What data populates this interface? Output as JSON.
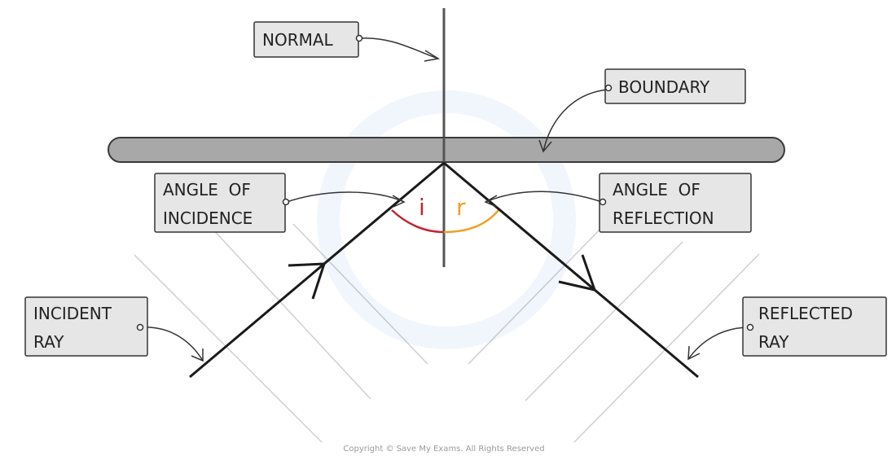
{
  "labels": {
    "normal": "NORMAL",
    "boundary": "BOUNDARY",
    "angle_incidence_line1": "ANGLE  OF",
    "angle_incidence_line2": "INCIDENCE",
    "angle_reflection_line1": "ANGLE  OF",
    "angle_reflection_line2": "REFLECTION",
    "incident_ray_line1": "INCIDENT",
    "incident_ray_line2": "RAY",
    "reflected_ray_line1": "REFLECTED",
    "reflected_ray_line2": "RAY"
  },
  "angles": {
    "incidence_symbol": "i",
    "reflection_symbol": "r"
  },
  "copyright": "Copyright © Save My Exams. All Rights Reserved",
  "colors": {
    "incidence_arc": "#c0282f",
    "reflection_arc": "#f0a020",
    "boundary_fill": "#a8a8a8",
    "label_fill": "#e6e6e6",
    "ray": "#1a1a1a",
    "hatch": "#c8c8c8"
  }
}
